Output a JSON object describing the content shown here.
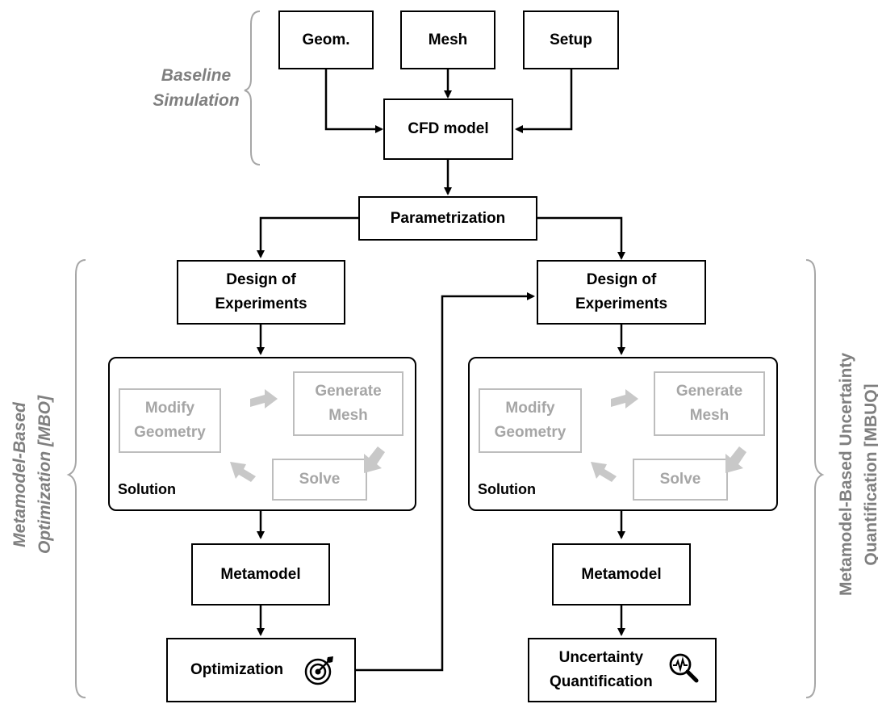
{
  "baseline": {
    "label_line1": "Baseline",
    "label_line2": "Simulation",
    "geom": "Geom.",
    "mesh": "Mesh",
    "setup": "Setup",
    "cfd_model": "CFD model"
  },
  "parametrization": "Parametrization",
  "mbo": {
    "label_line1": "Metamodel-Based",
    "label_line2": "Optimization [MBO]",
    "doe_line1": "Design of",
    "doe_line2": "Experiments",
    "solution": {
      "label": "Solution",
      "modify_line1": "Modify",
      "modify_line2": "Geometry",
      "generate_line1": "Generate",
      "generate_line2": "Mesh",
      "solve": "Solve"
    },
    "metamodel": "Metamodel",
    "optimization": "Optimization",
    "optimization_icon": "target-icon"
  },
  "mbuq": {
    "label_line1": "Metamodel-Based Uncertainty",
    "label_line2": "Quantification [MBUQ]",
    "doe_line1": "Design of",
    "doe_line2": "Experiments",
    "solution": {
      "label": "Solution",
      "modify_line1": "Modify",
      "modify_line2": "Geometry",
      "generate_line1": "Generate",
      "generate_line2": "Mesh",
      "solve": "Solve"
    },
    "metamodel": "Metamodel",
    "uq_line1": "Uncertainty",
    "uq_line2": "Quantification",
    "uq_icon": "magnifier-pulse-icon"
  },
  "colors": {
    "box_border": "#000000",
    "sub_border": "#bdbdbd",
    "sub_text": "#a6a6a6",
    "side_label": "#7f7f7f",
    "brace": "#a6a6a6",
    "cycle_arrow": "#c8c8c8"
  }
}
